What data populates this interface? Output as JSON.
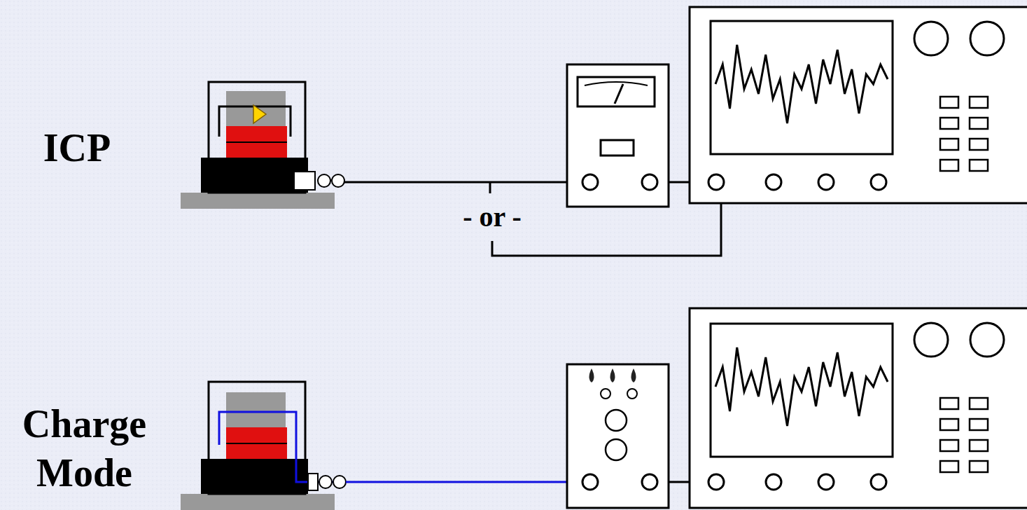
{
  "diagram": {
    "labels": [
      "ICP",
      "- or -",
      "Charge Mode"
    ]
  }
}
